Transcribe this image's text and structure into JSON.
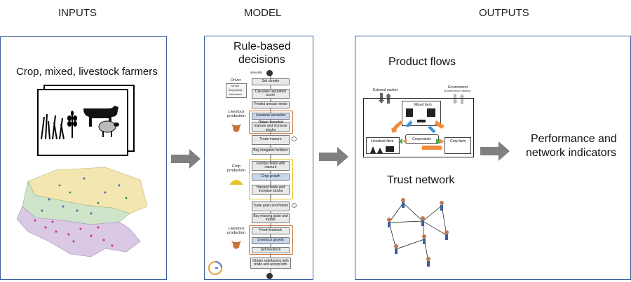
{
  "headers": {
    "inputs": "INPUTS",
    "model": "MODEL",
    "outputs": "OUTPUTS"
  },
  "inputs": {
    "farmers_label": "Crop, mixed, livestock farmers"
  },
  "model": {
    "title_line1": "Rule-based",
    "title_line2": "decisions",
    "annually": "annually",
    "driver_title": "Driver",
    "driver_items": [
      "Farmer",
      "Biophysical",
      "Interaction"
    ],
    "steps": [
      "Set climate",
      "Calculate reputation score",
      "Predict annual needs",
      "Livestock excretion",
      "Obtain excreted manure and increase stocks",
      "Trade manure",
      "Buy inorganic fertilizer",
      "Fertilize fields with manure",
      "Crop growth",
      "Harvest fields and increase stocks",
      "Trade grain and fodder",
      "Buy missing grain and fodder",
      "Feed livestock",
      "Livestock growth",
      "Sell livestock",
      "Obtain satisfaction with trade and accept info"
    ],
    "side_livestock_1": "Livestock production",
    "side_crop": "Crop production",
    "side_livestock_2": "Livestock production",
    "colors": {
      "livestock": "#c8733a",
      "crop": "#e8c22a",
      "highlight": "#c9d7ee"
    }
  },
  "outputs": {
    "product_flows": "Product flows",
    "external_market": "External market",
    "environment": "Environment",
    "environment_sub": "(N losses and N fixation)",
    "mixed_farm": "Mixed farm",
    "livestock_farm": "Livestock farm",
    "cooperative": "Cooperative",
    "crop_farm": "Crop farm",
    "trust_network": "Trust network",
    "performance_line1": "Performance and",
    "performance_line2": "network indicators"
  },
  "colors": {
    "panel_border": "#3a5f9e",
    "arrow": "#808080",
    "orange": "#f08a3c",
    "blue": "#3f8fd8",
    "green": "#4caf50",
    "region": "#d9c9e4"
  }
}
